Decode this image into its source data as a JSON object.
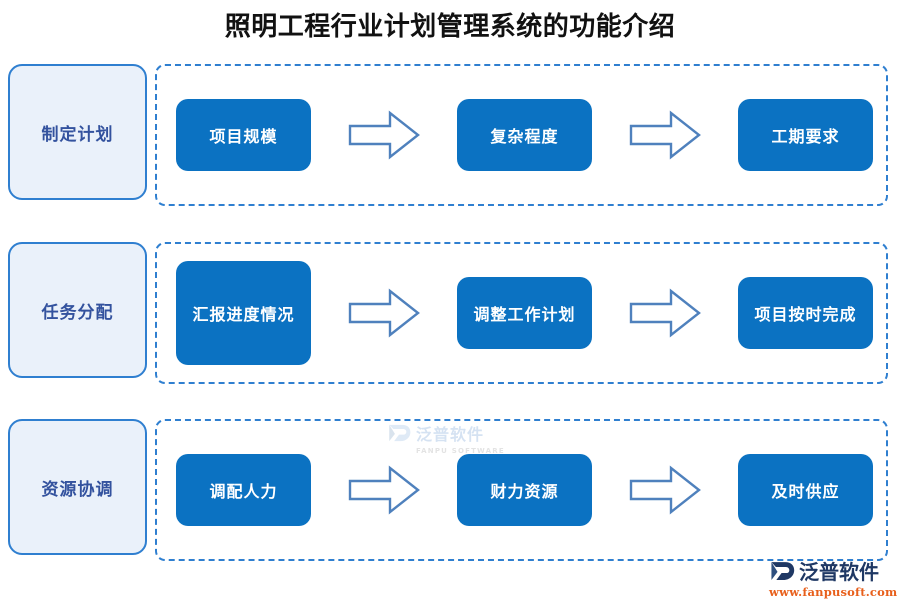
{
  "page": {
    "title": "照明工程行业计划管理系统的功能介绍",
    "background_color": "#ffffff",
    "accent_blue": "#0b72c2",
    "label_fill": "#eaf1fa",
    "label_border": "#2f7fd0",
    "label_text_color": "#33529e",
    "arrow_stroke": "#4f81bd",
    "dashed_border_color": "#2f7fd0"
  },
  "rows": [
    {
      "stage_label": "制定计划",
      "steps": [
        "项目规模",
        "复杂程度",
        "工期要求"
      ],
      "arrows": [
        "arrow-right-icon",
        "arrow-right-icon"
      ]
    },
    {
      "stage_label": "任务分配",
      "steps": [
        "汇报进度情况",
        "调整工作计划",
        "项目按时完成"
      ],
      "arrows": [
        "arrow-right-icon",
        "arrow-right-icon"
      ]
    },
    {
      "stage_label": "资源协调",
      "steps": [
        "调配人力",
        "财力资源",
        "及时供应"
      ],
      "arrows": [
        "arrow-right-icon",
        "arrow-right-icon"
      ]
    }
  ],
  "watermark": {
    "name": "泛普软件",
    "subtitle": "FANPU SOFTWARE",
    "icon": "fanpu-swoosh-icon"
  },
  "brand": {
    "name": "泛普软件",
    "url": "www.fanpusoft.com",
    "icon": "fanpu-swoosh-icon",
    "name_color": "#1f3864",
    "url_color": "#e8601c"
  }
}
